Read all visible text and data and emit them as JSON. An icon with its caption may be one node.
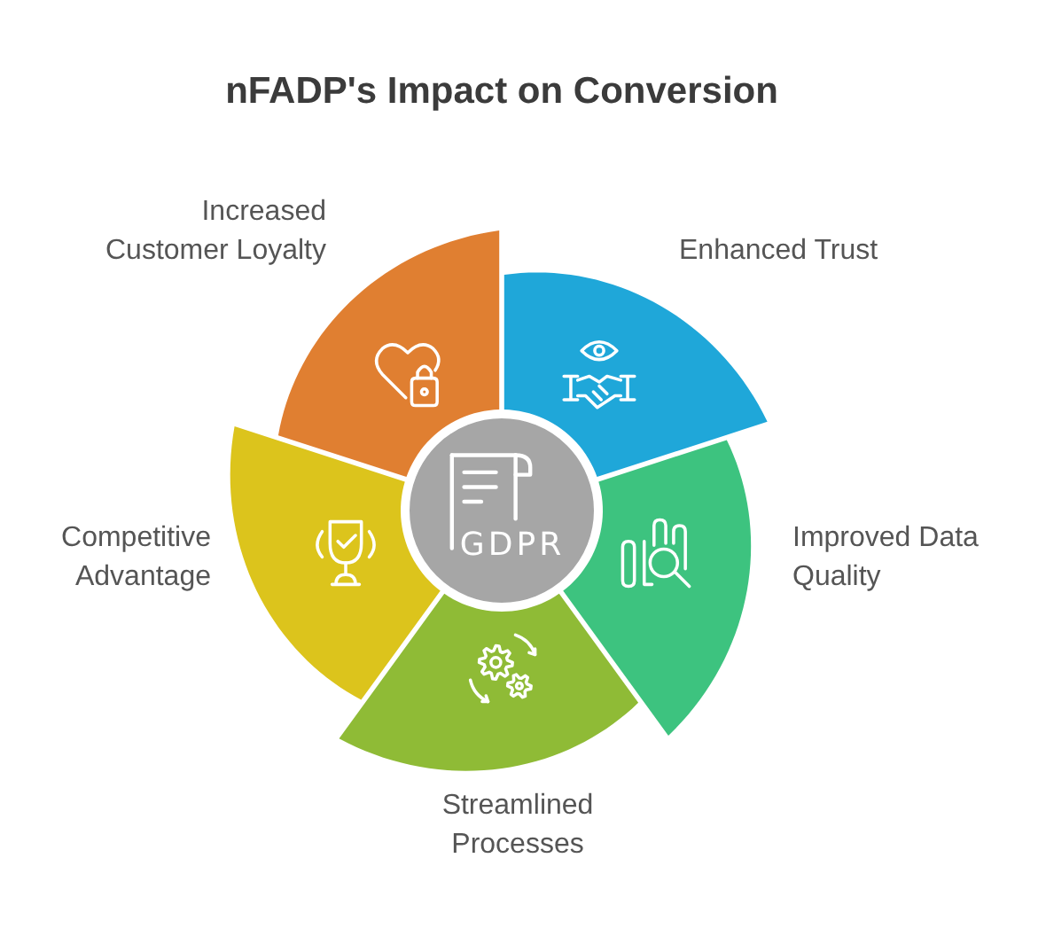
{
  "diagram": {
    "title": "nFADP's Impact on Conversion",
    "nodes": [
      {
        "text": [
          "GDPR"
        ]
      },
      {
        "text": [
          "Enhanced Trust"
        ]
      },
      {
        "text": [
          "Improved Data Quality"
        ]
      },
      {
        "text": [
          "Streamlined Processes"
        ]
      },
      {
        "text": [
          "Competitive Advantage"
        ]
      },
      {
        "text": [
          "Increased Customer Loyalty"
        ]
      }
    ]
  }
}
